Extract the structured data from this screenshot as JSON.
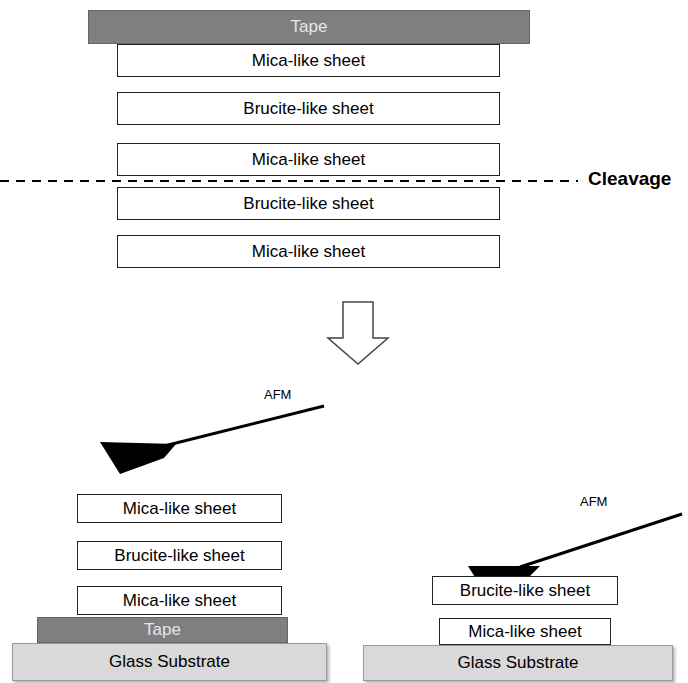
{
  "diagram": {
    "nodes": [
      {
        "text": [
          "Tape"
        ]
      },
      {
        "text": [
          "Mica-like sheet"
        ]
      },
      {
        "text": [
          "Brucite-like sheet"
        ]
      },
      {
        "text": [
          "Mica-like sheet"
        ]
      },
      {
        "text": [
          "Brucite-like sheet"
        ]
      },
      {
        "text": [
          "Mica-like sheet"
        ]
      },
      {
        "text": [
          "Mica-like sheet"
        ]
      },
      {
        "text": [
          "Brucite-like sheet"
        ]
      },
      {
        "text": [
          "Mica-like sheet"
        ]
      },
      {
        "text": [
          "Tape"
        ]
      },
      {
        "text": [
          "Glass Substrate"
        ]
      },
      {
        "text": [
          "Brucite-like sheet"
        ]
      },
      {
        "text": [
          "Mica-like sheet"
        ]
      },
      {
        "text": [
          "Glass Substrate"
        ]
      }
    ],
    "labels": [
      "Cleavage",
      "AFM",
      "AFM"
    ]
  }
}
